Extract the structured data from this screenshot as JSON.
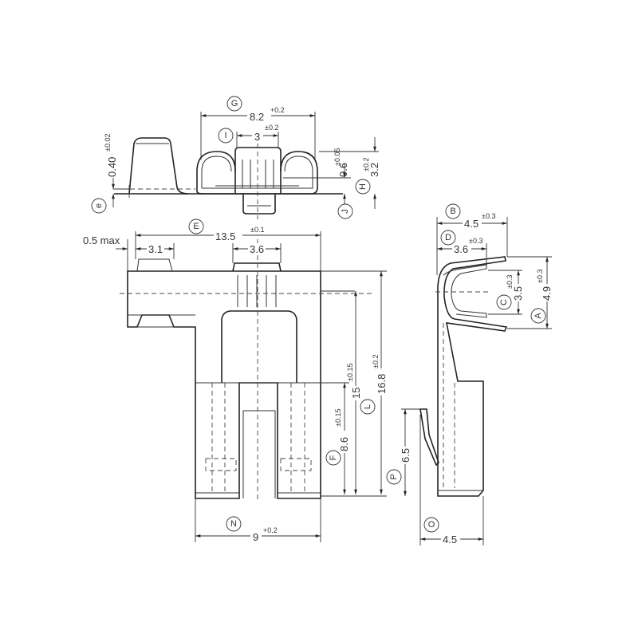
{
  "drawing": {
    "top_view": {
      "G": {
        "circle": "G",
        "value": "8.2",
        "tol": "+0.2"
      },
      "I": {
        "circle": "I",
        "value": "3",
        "tol": "±0.2"
      },
      "e": {
        "circle": "e",
        "value": "0.40",
        "tol": "±0.02"
      },
      "J": {
        "circle": "J",
        "value": "0.6",
        "tol": "±0.05"
      },
      "H": {
        "circle": "H",
        "value": "3.2",
        "tol": "±0.2"
      }
    },
    "front_view": {
      "E": {
        "circle": "E",
        "value": "13.5",
        "tol": "±0.1"
      },
      "max_label": "0.5 max",
      "w31": {
        "value": "3.1"
      },
      "w36": {
        "value": "3.6"
      },
      "F": {
        "circle": "F",
        "value": "8.6",
        "tol": "±0.15"
      },
      "h15": {
        "value": "15",
        "tol": "±0.15"
      },
      "L": {
        "circle": "L",
        "value": "16.8",
        "tol": "±0.2"
      },
      "N": {
        "circle": "N",
        "value": "9",
        "tol": "+0.2"
      }
    },
    "side_view": {
      "B": {
        "circle": "B",
        "value": "4.5",
        "tol": "±0.3"
      },
      "D": {
        "circle": "D",
        "value": "3.6",
        "tol": "±0.3"
      },
      "C": {
        "circle": "C",
        "value": "3.5",
        "tol": "±0.3"
      },
      "A": {
        "circle": "A",
        "value": "4.9",
        "tol": "±0.3"
      },
      "P": {
        "circle": "P",
        "value": "6.5"
      },
      "O": {
        "circle": "O",
        "value": "4.5"
      }
    }
  }
}
